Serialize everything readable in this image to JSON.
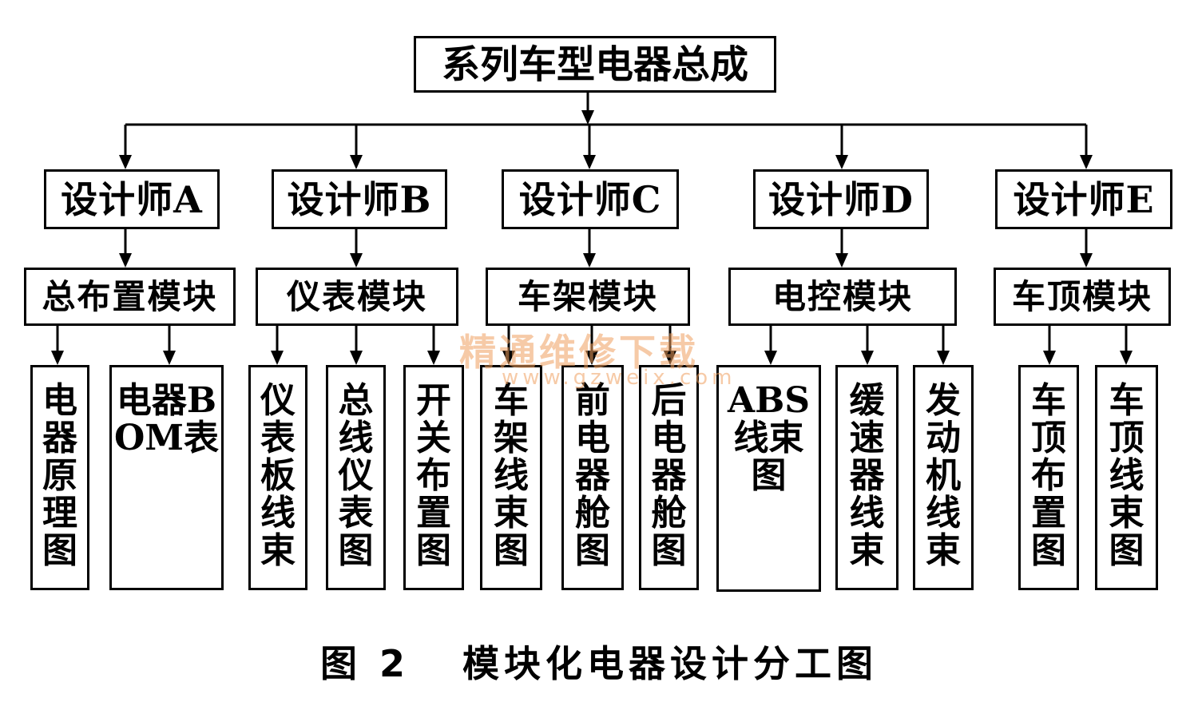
{
  "diagram": {
    "root": "系列车型电器总成",
    "designers": [
      "设计师A",
      "设计师B",
      "设计师C",
      "设计师D",
      "设计师E"
    ],
    "modules": [
      "总布置模块",
      "仪表模块",
      "车架模块",
      "电控模块",
      "车顶模块"
    ],
    "leaves": [
      [
        "电器原理图",
        "电器BOM表"
      ],
      [
        "仪表板线束",
        "总线仪表图",
        "开关布置图"
      ],
      [
        "车架线束图",
        "前电器舱图",
        "后电器舱图"
      ],
      [
        "ABS线束图",
        "缓速器线束",
        "发动机线束"
      ],
      [
        "车顶布置图",
        "车顶线束图"
      ]
    ]
  },
  "watermark": {
    "title": "精通维修下载",
    "url": "www.gzweix.com"
  },
  "caption": "图 2   模块化电器设计分工图"
}
